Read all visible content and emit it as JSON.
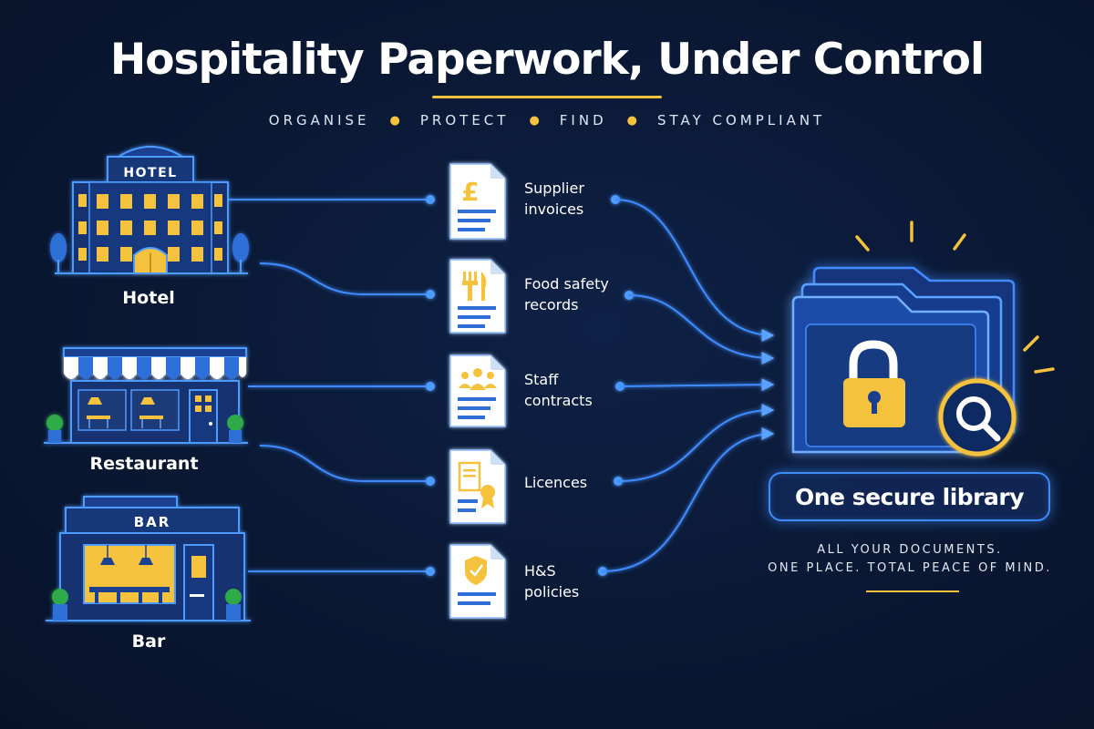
{
  "header": {
    "title": "Hospitality Paperwork, Under Control",
    "subtitle_items": [
      "ORGANISE",
      "PROTECT",
      "FIND",
      "STAY COMPLIANT"
    ]
  },
  "venues": [
    {
      "label": "Hotel",
      "sign": "HOTEL",
      "icon": "hotel-building-icon"
    },
    {
      "label": "Restaurant",
      "sign": "",
      "icon": "restaurant-storefront-icon"
    },
    {
      "label": "Bar",
      "sign": "BAR",
      "icon": "bar-storefront-icon"
    }
  ],
  "documents": [
    {
      "line1": "Supplier",
      "line2": "invoices",
      "icon": "pound-invoice-icon"
    },
    {
      "line1": "Food safety",
      "line2": "records",
      "icon": "cutlery-document-icon"
    },
    {
      "line1": "Staff",
      "line2": "contracts",
      "icon": "people-document-icon"
    },
    {
      "line1": "Licences",
      "line2": "",
      "icon": "certificate-document-icon"
    },
    {
      "line1": "H&S",
      "line2": "policies",
      "icon": "shield-document-icon"
    }
  ],
  "library": {
    "label": "One secure library",
    "icon": "locked-folder-search-icon",
    "tagline_line1": "ALL YOUR DOCUMENTS.",
    "tagline_line2": "ONE PLACE. TOTAL PEACE OF MIND."
  },
  "colors": {
    "background": "#0a1833",
    "accent_blue": "#3f8cff",
    "accent_gold": "#f4c23c",
    "text": "#ffffff"
  }
}
